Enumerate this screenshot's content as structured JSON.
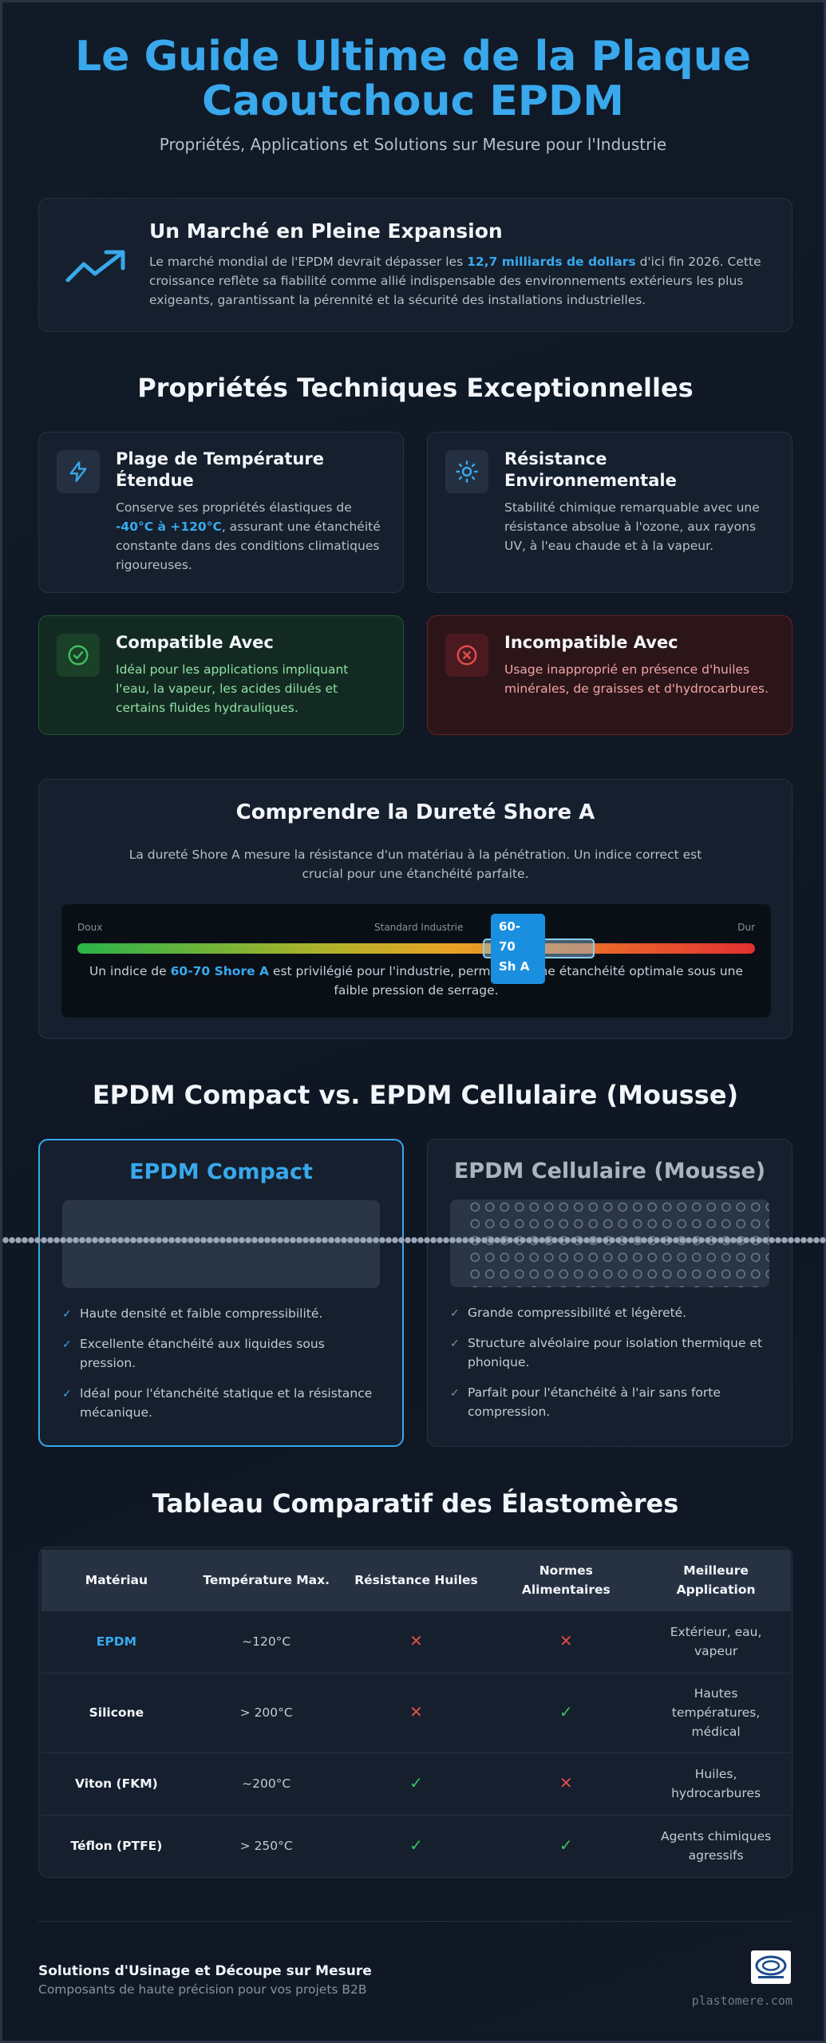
{
  "hero": {
    "title_line1": "Le Guide Ultime de la Plaque",
    "title_line2": "Caoutchouc EPDM",
    "subtitle": "Propriétés, Applications et Solutions sur Mesure pour l'Industrie"
  },
  "market": {
    "icon": "trend-up-icon",
    "title": "Un Marché en Pleine Expansion",
    "text_before": "Le marché mondial de l'EPDM devrait dépasser les ",
    "highlight": "12,7 milliards de dollars",
    "text_after": " d'ici fin 2026. Cette croissance reflète sa fiabilité comme allié indispensable des environnements extérieurs les plus exigeants, garantissant la pérennité et la sécurité des installations industrielles."
  },
  "properties": {
    "section_title": "Propriétés Techniques Exceptionnelles",
    "temperature": {
      "icon": "lightning-icon",
      "title": "Plage de Température Étendue",
      "text_before": "Conserve ses propriétés élastiques de ",
      "highlight": "-40°C à +120°C",
      "text_after": ", assurant une étanchéité constante dans des conditions climatiques rigoureuses."
    },
    "environment": {
      "icon": "sun-icon",
      "title": "Résistance Environnementale",
      "text": "Stabilité chimique remarquable avec une résistance absolue à l'ozone, aux rayons UV, à l'eau chaude et à la vapeur."
    },
    "compatible": {
      "icon": "check-circle-icon",
      "title": "Compatible Avec",
      "text": "Idéal pour les applications impliquant l'eau, la vapeur, les acides dilués et certains fluides hydrauliques."
    },
    "incompatible": {
      "icon": "x-circle-icon",
      "title": "Incompatible Avec",
      "text": "Usage inapproprié en présence d'huiles minérales, de graisses et d'hydrocarbures."
    }
  },
  "shore": {
    "title": "Comprendre la Dureté Shore A",
    "description": "La dureté Shore A mesure la résistance d'un matériau à la pénétration. Un indice correct est crucial pour une étanchéité parfaite.",
    "label_soft": "Doux",
    "label_standard": "Standard Industrie",
    "label_hard": "Dur",
    "badge_line1": "60-",
    "badge_line2": "70",
    "badge_line3": "Sh A",
    "note_before": "Un indice de ",
    "note_highlight": "60-70 Shore A",
    "note_after": " est privilégié pour l'industrie, permettant une étanchéité optimale sous une faible pression de serrage."
  },
  "comparison": {
    "section_title": "EPDM Compact vs. EPDM Cellulaire (Mousse)",
    "compact": {
      "title": "EPDM Compact",
      "items": [
        "Haute densité et faible compressibilité.",
        "Excellente étanchéité aux liquides sous pression.",
        "Idéal pour l'étanchéité statique et la résistance mécanique."
      ]
    },
    "cellular": {
      "title": "EPDM Cellulaire (Mousse)",
      "items": [
        "Grande compressibilité et légèreté.",
        "Structure alvéolaire pour isolation thermique et phonique.",
        "Parfait pour l'étanchéité à l'air sans forte compression."
      ]
    },
    "check_glyph": "✓"
  },
  "elastomers": {
    "section_title": "Tableau Comparatif des Élastomères",
    "headers": [
      "Matériau",
      "Température Max.",
      "Résistance Huiles",
      "Normes Alimentaires",
      "Meilleure Application"
    ],
    "rows": [
      {
        "name": "EPDM",
        "temp": "~120°C",
        "oil": false,
        "food": false,
        "app": "Extérieur, eau, vapeur"
      },
      {
        "name": "Silicone",
        "temp": "> 200°C",
        "oil": false,
        "food": true,
        "app": "Hautes températures, médical"
      },
      {
        "name": "Viton (FKM)",
        "temp": "~200°C",
        "oil": true,
        "food": false,
        "app": "Huiles, hydrocarbures"
      },
      {
        "name": "Téflon (PTFE)",
        "temp": "> 250°C",
        "oil": true,
        "food": true,
        "app": "Agents chimiques agressifs"
      }
    ],
    "yes_glyph": "✓",
    "no_glyph": "✕"
  },
  "footer": {
    "title": "Solutions d'Usinage et Découpe sur Mesure",
    "subtitle": "Composants de haute précision pour vos projets B2B",
    "domain": "plastomere.com",
    "logo_icon": "plastomere-logo-icon"
  },
  "colors": {
    "accent": "#39a8ec",
    "background": "#0f1622",
    "ok": "#3fbf5f",
    "error": "#e24b4b"
  }
}
